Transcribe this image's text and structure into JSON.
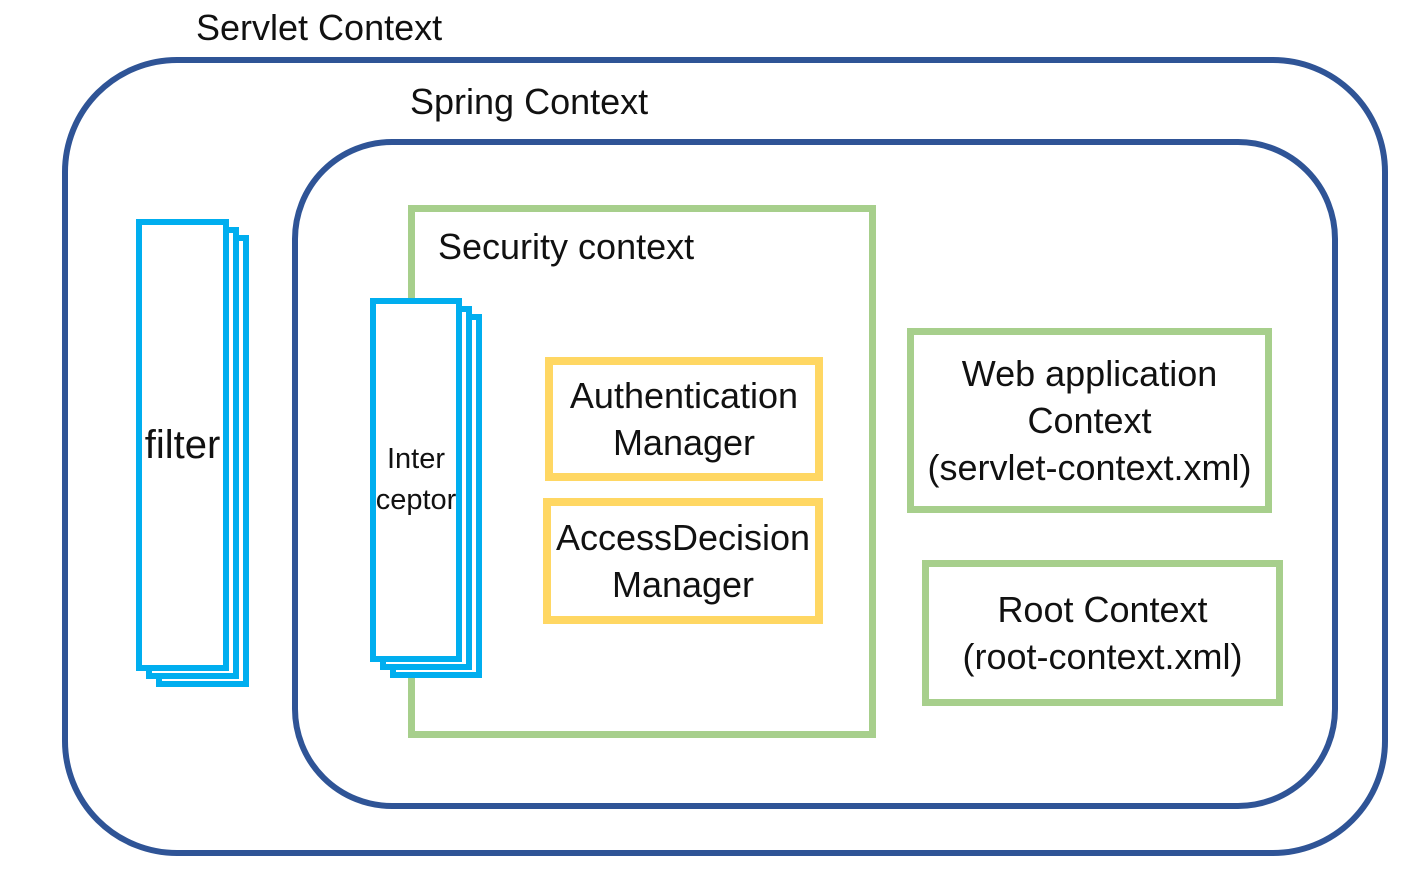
{
  "colors": {
    "outline_blue": "#2F5496",
    "cyan": "#00AEEF",
    "green": "#A7CF8C",
    "yellow": "#FFD763",
    "text": "#111111",
    "background": "#FFFFFF"
  },
  "containers": {
    "servlet": {
      "label": "Servlet Context"
    },
    "spring": {
      "label": "Spring Context"
    },
    "security": {
      "label": "Security context"
    }
  },
  "stacks": {
    "filter": {
      "label": "filter",
      "layer_count": 3
    },
    "interceptor": {
      "label": "Inter\nceptor",
      "layer_count": 3
    }
  },
  "boxes": {
    "authentication_manager": {
      "label": "Authentication\nManager"
    },
    "access_decision_manager": {
      "label": "AccessDecision\nManager"
    },
    "web_application_context": {
      "label": "Web application\nContext\n(servlet-context.xml)"
    },
    "root_context": {
      "label": "Root Context\n(root-context.xml)"
    }
  }
}
